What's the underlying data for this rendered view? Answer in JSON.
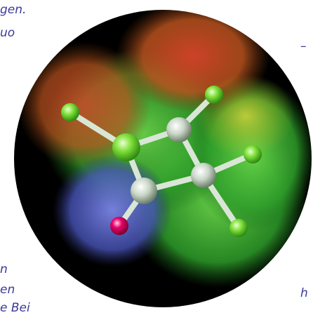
{
  "text_fragments": {
    "line1": "gen.",
    "line2": "uo",
    "line3": "n",
    "line4": "en",
    "line5": "e Bei",
    "line6": "–",
    "line7": "h"
  },
  "colors": {
    "background_circle": "#000000",
    "surface_green": "#3fb83a",
    "surface_red": "#d23a1f",
    "surface_yellow": "#e8d43a",
    "surface_blue": "#5b6bd0",
    "atom_green": "#7fe03a",
    "atom_grey": "#cfd8cf",
    "atom_red": "#e00055",
    "text": "#3a3a9a"
  }
}
